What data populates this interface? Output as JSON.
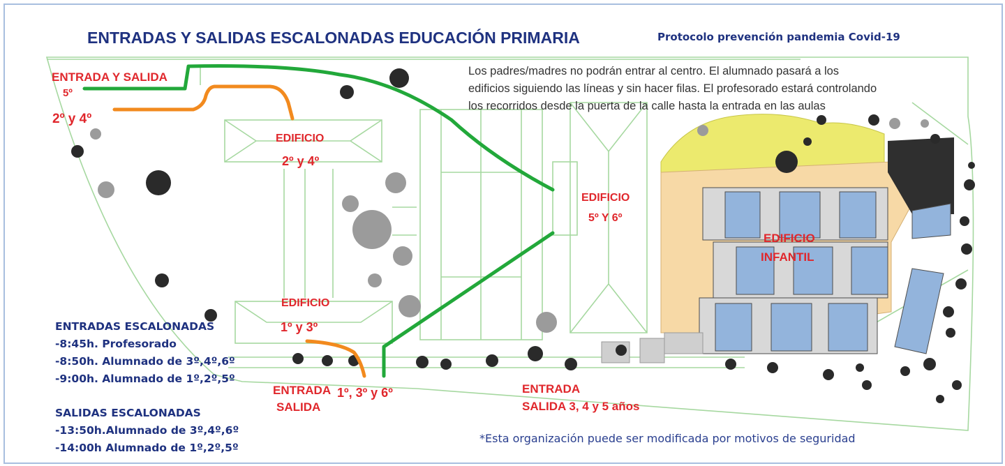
{
  "header": {
    "title": "ENTRADAS Y SALIDAS ESCALONADAS EDUCACIÓN PRIMARIA",
    "subtitle": "Protocolo prevención pandemia Covid-19"
  },
  "notice": {
    "line1": "Los padres/madres no podrán entrar al centro. El alumnado pasará a los",
    "line2": "edificios siguiendo las líneas y sin hacer filas. El profesorado estará controlando",
    "line3": "los recorridos desde la puerta de la calle hasta la entrada en las aulas"
  },
  "map_labels": {
    "entrance_top": "ENTRADA Y SALIDA",
    "grade_5": "5º",
    "grades_2_4": "2º y 4º",
    "building_2_4_title": "EDIFICIO",
    "building_2_4_grades": "2º y 4º",
    "building_5_6_title": "EDIFICIO",
    "building_5_6_grades": "5º Y 6º",
    "building_infantil_title": "EDIFICIO",
    "building_infantil_name": "INFANTIL",
    "building_1_3_title": "EDIFICIO",
    "building_1_3_grades": "1º y 3º",
    "entrance_bottom": "ENTRADA",
    "exit_bottom": "SALIDA",
    "grades_1_3_6": "1º, 3º y 6º",
    "entrance_infantil": "ENTRADA",
    "exit_infantil": "SALIDA 3, 4 y 5 años"
  },
  "entradas": {
    "heading": "ENTRADAS ESCALONADAS",
    "items": [
      "-8:45h. Profesorado",
      "-8:50h. Alumnado de 3º,4º,6º",
      "-9:00h. Alumnado de 1º,2º,5º"
    ]
  },
  "salidas": {
    "heading": "SALIDAS ESCALONADAS",
    "items": [
      "-13:50h.Alumnado de 3º,4º,6º",
      "-14:00h Alumnado de 1º,2º,5º"
    ]
  },
  "footnote": "*Esta organización puede ser modificada por motivos de seguridad",
  "colors": {
    "title_blue": "#1f3280",
    "label_red": "#e0272c",
    "route_green": "#22a83a",
    "route_orange": "#f28a1e",
    "outline_green": "#9fd49a",
    "classroom_blue": "#93b4dc",
    "playground_yellow": "#ecea6e",
    "infantil_floor": "#f7d9a6"
  },
  "icons": {
    "trees": "tree-icon"
  }
}
